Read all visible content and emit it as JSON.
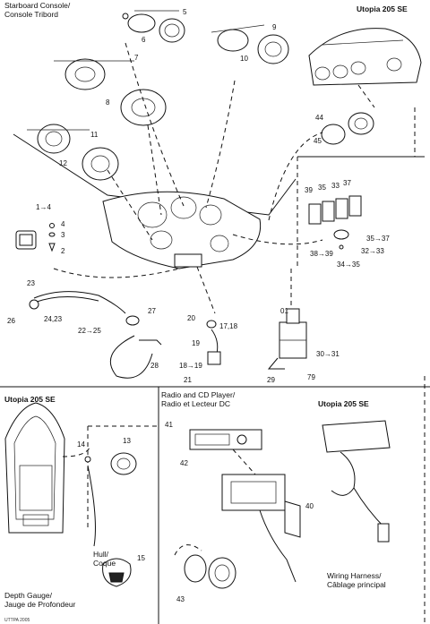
{
  "headers": {
    "starboard_console": [
      "Starboard Console/",
      "Console Tribord"
    ],
    "utopia_top": "Utopia 205 SE",
    "utopia_left": "Utopia 205 SE",
    "radio_cd": [
      "Radio and CD Player/",
      "Radio et Lecteur DC"
    ],
    "utopia_right": "Utopia 205 SE",
    "hull": [
      "Hull/",
      "Coque"
    ],
    "depth_gauge": [
      "Depth Gauge/",
      "Jauge de Profondeur"
    ],
    "wiring_harness": [
      "Wiring Harness/",
      "Câblage principal"
    ]
  },
  "callouts": {
    "c5": "5",
    "c6": "6",
    "c9": "9",
    "c10": "10",
    "c7": "7",
    "c8": "8",
    "c11": "11",
    "c12": "12",
    "c1_4": "1→4",
    "c4": "4",
    "c3": "3",
    "c2": "2",
    "c44": "44",
    "c45": "45",
    "c39": "39",
    "c35a": "35",
    "c33": "33",
    "c37": "37",
    "c38_39": "38→39",
    "c34_35": "34→35",
    "c35_37": "35→37",
    "c32_33": "32→33",
    "c23": "23",
    "c26": "26",
    "c24_23": "24,23",
    "c22_25": "22→25",
    "c27": "27",
    "c28": "28",
    "c20": "20",
    "c17_18": "17,18",
    "c19": "19",
    "c18_19": "18→19",
    "c21": "21",
    "c01": "01",
    "c30_31": "30→31",
    "c29": "29",
    "c79": "79",
    "c14": "14",
    "c13": "13",
    "c15": "15",
    "c41": "41",
    "c42": "42",
    "c40": "40",
    "c43": "43"
  },
  "footer_code": "UTTPA 2005"
}
